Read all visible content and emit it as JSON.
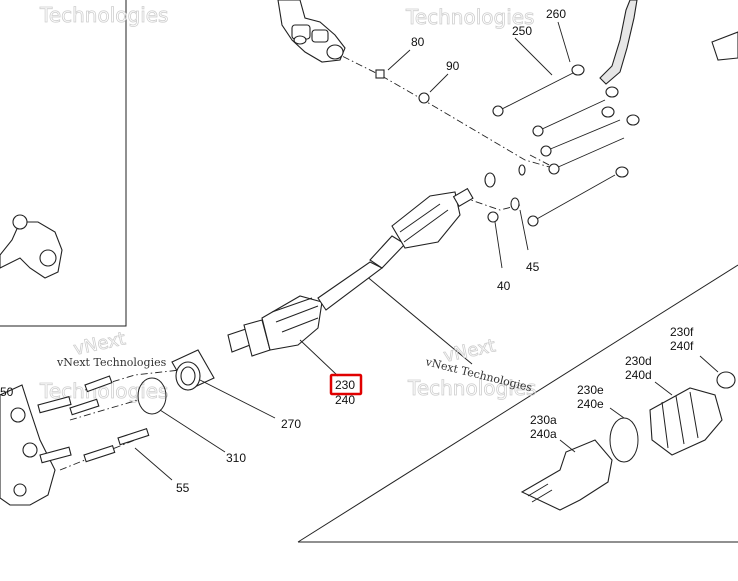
{
  "watermark": {
    "brand_line1": "vNext",
    "brand_line2": "Technologies",
    "small_text": "vNext Technologies"
  },
  "callouts": {
    "p40": "40",
    "p45": "45",
    "p50": "50",
    "p55": "55",
    "p80": "80",
    "p90": "90",
    "p230": "230",
    "p240": "240",
    "p250": "250",
    "p260": "260",
    "p270": "270",
    "p310": "310",
    "p230a": "230a",
    "p240a": "240a",
    "p230e": "230e",
    "p240e": "240e",
    "p230d": "230d",
    "p240d": "240d",
    "p230f": "230f",
    "p240f": "240f"
  },
  "highlight": {
    "color": "#e00000",
    "target": "230"
  }
}
